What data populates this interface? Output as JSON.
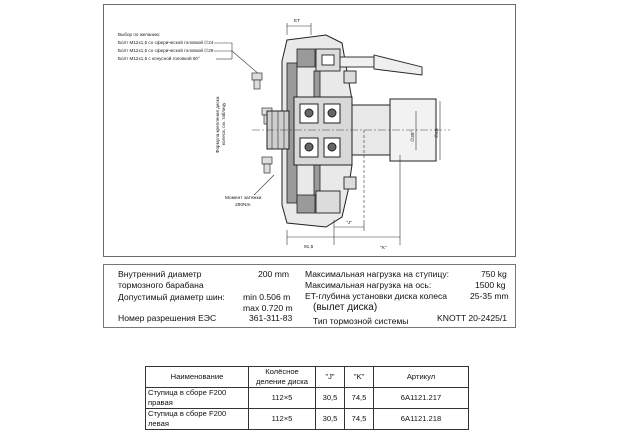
{
  "drawing": {
    "bolt_options_heading": "Выбор по желанию:",
    "bolt_options": [
      "Болт М12х1,5 со сферической головкой ∅24",
      "Болт М12х1,5 со сферической головкой ∅28",
      "Болт М12х1,5 с конусной головкой 60°"
    ],
    "side_label_line1": "Формула крепления диска",
    "side_label_line2": "колеса, см. таблицу",
    "torque_label_line1": "Момент затяжки",
    "torque_label_line2": "280Nm",
    "dim_et": "ET",
    "dim_d1": "∅39°",
    "dim_d2": "∅45",
    "dim_j": "\"J\"",
    "dim_k": "\"K\"",
    "dim_915": "91,5"
  },
  "specs": {
    "left": [
      {
        "label": "Внутренний диаметр",
        "value": "200 mm"
      },
      {
        "label": "тормозного барабана",
        "value": ""
      },
      {
        "label": "Допустимый диаметр шин:",
        "value": "min 0.506 m"
      },
      {
        "label": "",
        "value": "max 0.720 m"
      },
      {
        "label": "Номер разрешения ЕЭС",
        "value": "361-311-83"
      }
    ],
    "right": [
      {
        "label": "Максимальная нагрузка на ступицу:",
        "value": "750 kg"
      },
      {
        "label": "Максимальная нагрузка на ось:",
        "value": "1500 kg"
      },
      {
        "label": "ET-глубина установки диска колеса",
        "value": "25-35 mm"
      },
      {
        "label": "(вылет диска)",
        "value": ""
      },
      {
        "label": "Тип тормозной системы",
        "value": "KNOTT 20-2425/1"
      }
    ]
  },
  "table": {
    "headers": [
      "Наименование",
      "Колёсное деление диска",
      "\"J\"",
      "\"K\"",
      "Артикул"
    ],
    "rows": [
      [
        "Ступица в сборе F200 правая",
        "112×5",
        "30,5",
        "74,5",
        "6A1121.217"
      ],
      [
        "Ступица в сборе F200 левая",
        "112×5",
        "30,5",
        "74,5",
        "6A1121.218"
      ]
    ]
  }
}
